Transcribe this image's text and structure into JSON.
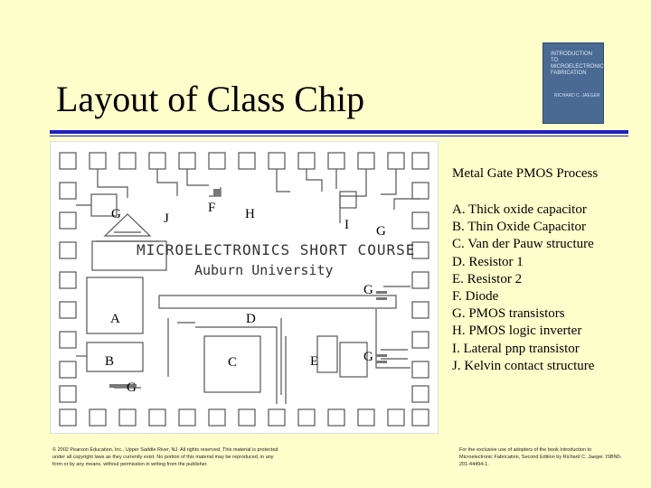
{
  "slide": {
    "title": "Layout of Class Chip",
    "process_label": "Metal Gate PMOS Process"
  },
  "book_cover": {
    "title": "INTRODUCTION TO MICROELECTRONIC FABRICATION",
    "author": "RICHARD C. JAEGER"
  },
  "chip": {
    "course_text": "MICROELECTRONICS SHORT COURSE",
    "university_text": "Auburn University",
    "labels": {
      "G1": "G",
      "J": "J",
      "F": "F",
      "H": "H",
      "I": "I",
      "G2": "G",
      "G3": "G",
      "A": "A",
      "D": "D",
      "B": "B",
      "C": "C",
      "E": "E",
      "G4": "G",
      "G5": "G"
    }
  },
  "legend": [
    "A. Thick oxide capacitor",
    "B. Thin Oxide Capacitor",
    "C. Van der Pauw structure",
    "D. Resistor 1",
    "E. Resistor 2",
    "F. Diode",
    "G. PMOS transistors",
    "H. PMOS logic inverter",
    "I. Lateral pnp transistor",
    "J. Kelvin contact structure"
  ],
  "footer": {
    "left": "© 2002 Pearson Education, Inc., Upper Saddle River, NJ. All rights reserved. This material is protected under all copyright laws as they currently exist. No portion of this material may be reproduced, in any form or by any means, without permission in writing from the publisher.",
    "right": "For the exclusive use of adopters of the book Introduction to Microelectronic Fabrication, Second Edition by Richard C. Jaeger. ISBN0-201-44494-1."
  },
  "colors": {
    "background": "#ffffcc",
    "rule": "#2020c0",
    "book": "#4a6a93"
  }
}
